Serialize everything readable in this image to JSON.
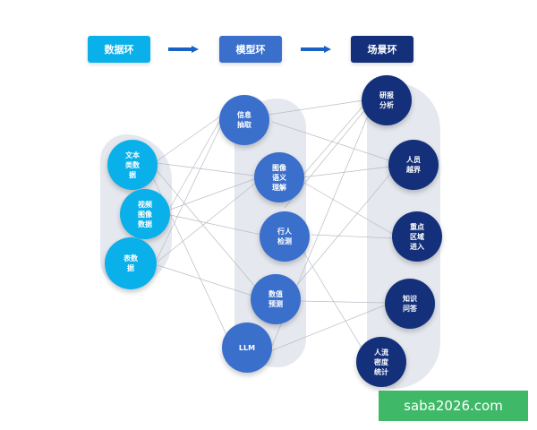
{
  "header": {
    "data_ring": "数据环",
    "model_ring": "模型环",
    "scene_ring": "场景环"
  },
  "data_nodes": [
    {
      "line1": "文本",
      "line2": "类数",
      "line3": "据"
    },
    {
      "line1": "视频",
      "line2": "图像",
      "line3": "数据"
    },
    {
      "line1": "表数",
      "line2": "据",
      "line3": ""
    }
  ],
  "model_nodes": [
    {
      "line1": "信息",
      "line2": "抽取",
      "line3": ""
    },
    {
      "line1": "图像",
      "line2": "语义",
      "line3": "理解"
    },
    {
      "line1": "行人",
      "line2": "检测",
      "line3": ""
    },
    {
      "line1": "数值",
      "line2": "预测",
      "line3": ""
    },
    {
      "line1": "LLM",
      "line2": "",
      "line3": ""
    }
  ],
  "scene_nodes": [
    {
      "line1": "研报",
      "line2": "分析",
      "line3": ""
    },
    {
      "line1": "人员",
      "line2": "越界",
      "line3": ""
    },
    {
      "line1": "重点",
      "line2": "区域",
      "line3": "进入"
    },
    {
      "line1": "知识",
      "line2": "问答",
      "line3": ""
    },
    {
      "line1": "人流",
      "line2": "密度",
      "line3": "统计"
    }
  ],
  "watermark": "saba2026.com",
  "colors": {
    "data": "#0ab0ea",
    "model": "#3a6fcb",
    "scene": "#14307a",
    "arrow": "#1a63c4",
    "line": "#b8bcc4",
    "watermark": "#3fb868"
  }
}
